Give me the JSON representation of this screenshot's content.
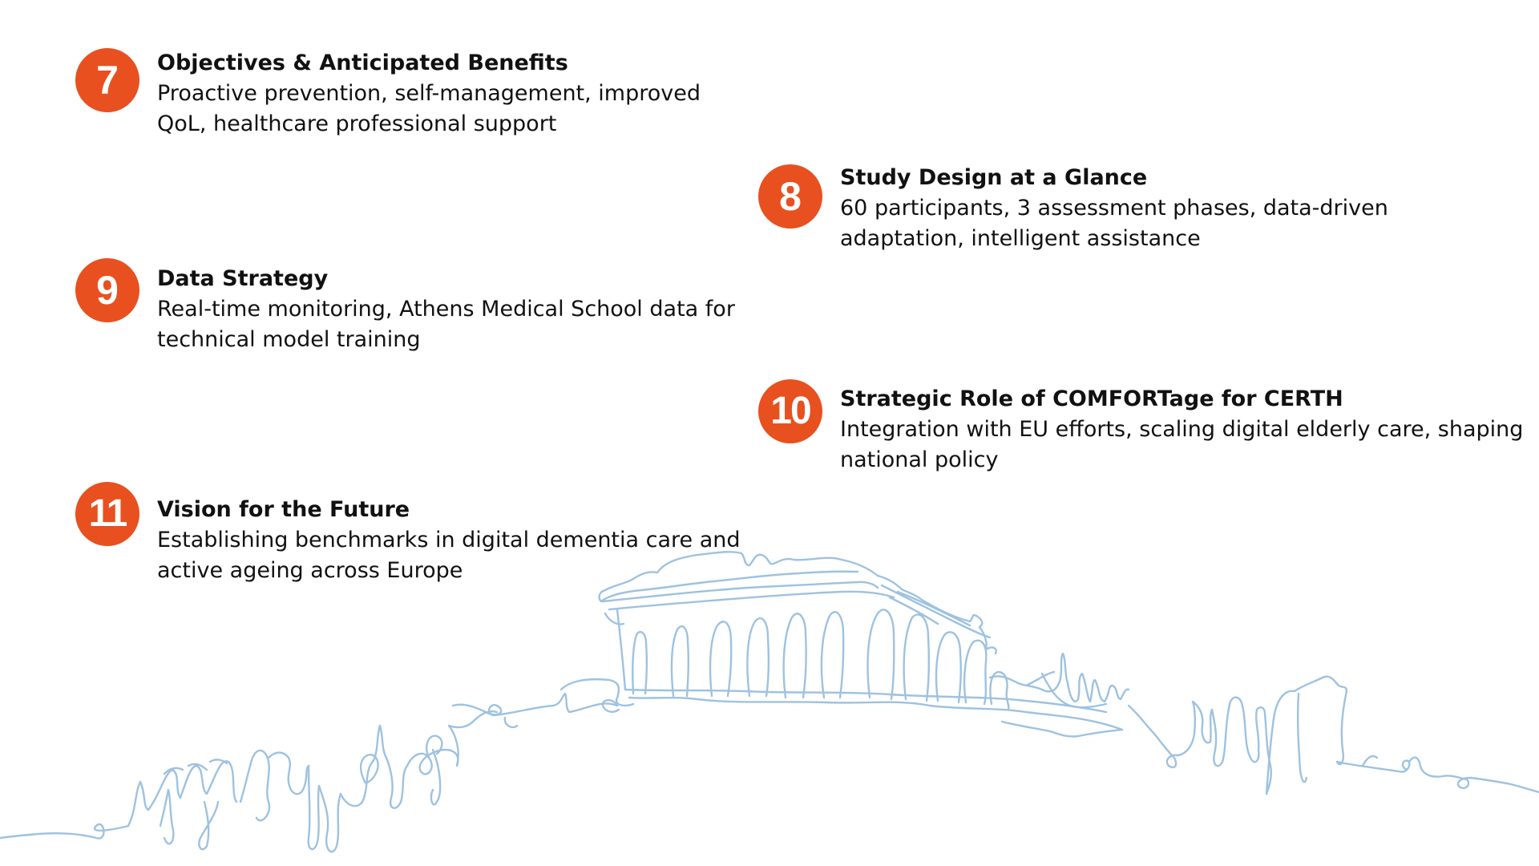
{
  "accent_color": "#E8501F",
  "line_color": "#9EC2E0",
  "skyline_icon": "athens-parthenon-line-drawing",
  "items": [
    {
      "number": "7",
      "title": "Objectives & Anticipated Benefits",
      "description": "Proactive prevention, self-management, improved QoL, healthcare professional support"
    },
    {
      "number": "8",
      "title": "Study Design at a Glance",
      "description": "60 participants, 3 assessment phases, data-driven adaptation, intelligent assistance"
    },
    {
      "number": "9",
      "title": "Data Strategy",
      "description": "Real-time monitoring, Athens Medical School data for technical model training"
    },
    {
      "number": "10",
      "title": "Strategic Role of COMFORTage for CERTH",
      "description": "Integration with EU efforts, scaling digital elderly care, shaping national policy"
    },
    {
      "number": "11",
      "title": "Vision for the Future",
      "description": "Establishing benchmarks in digital dementia care and active ageing across Europe"
    }
  ]
}
